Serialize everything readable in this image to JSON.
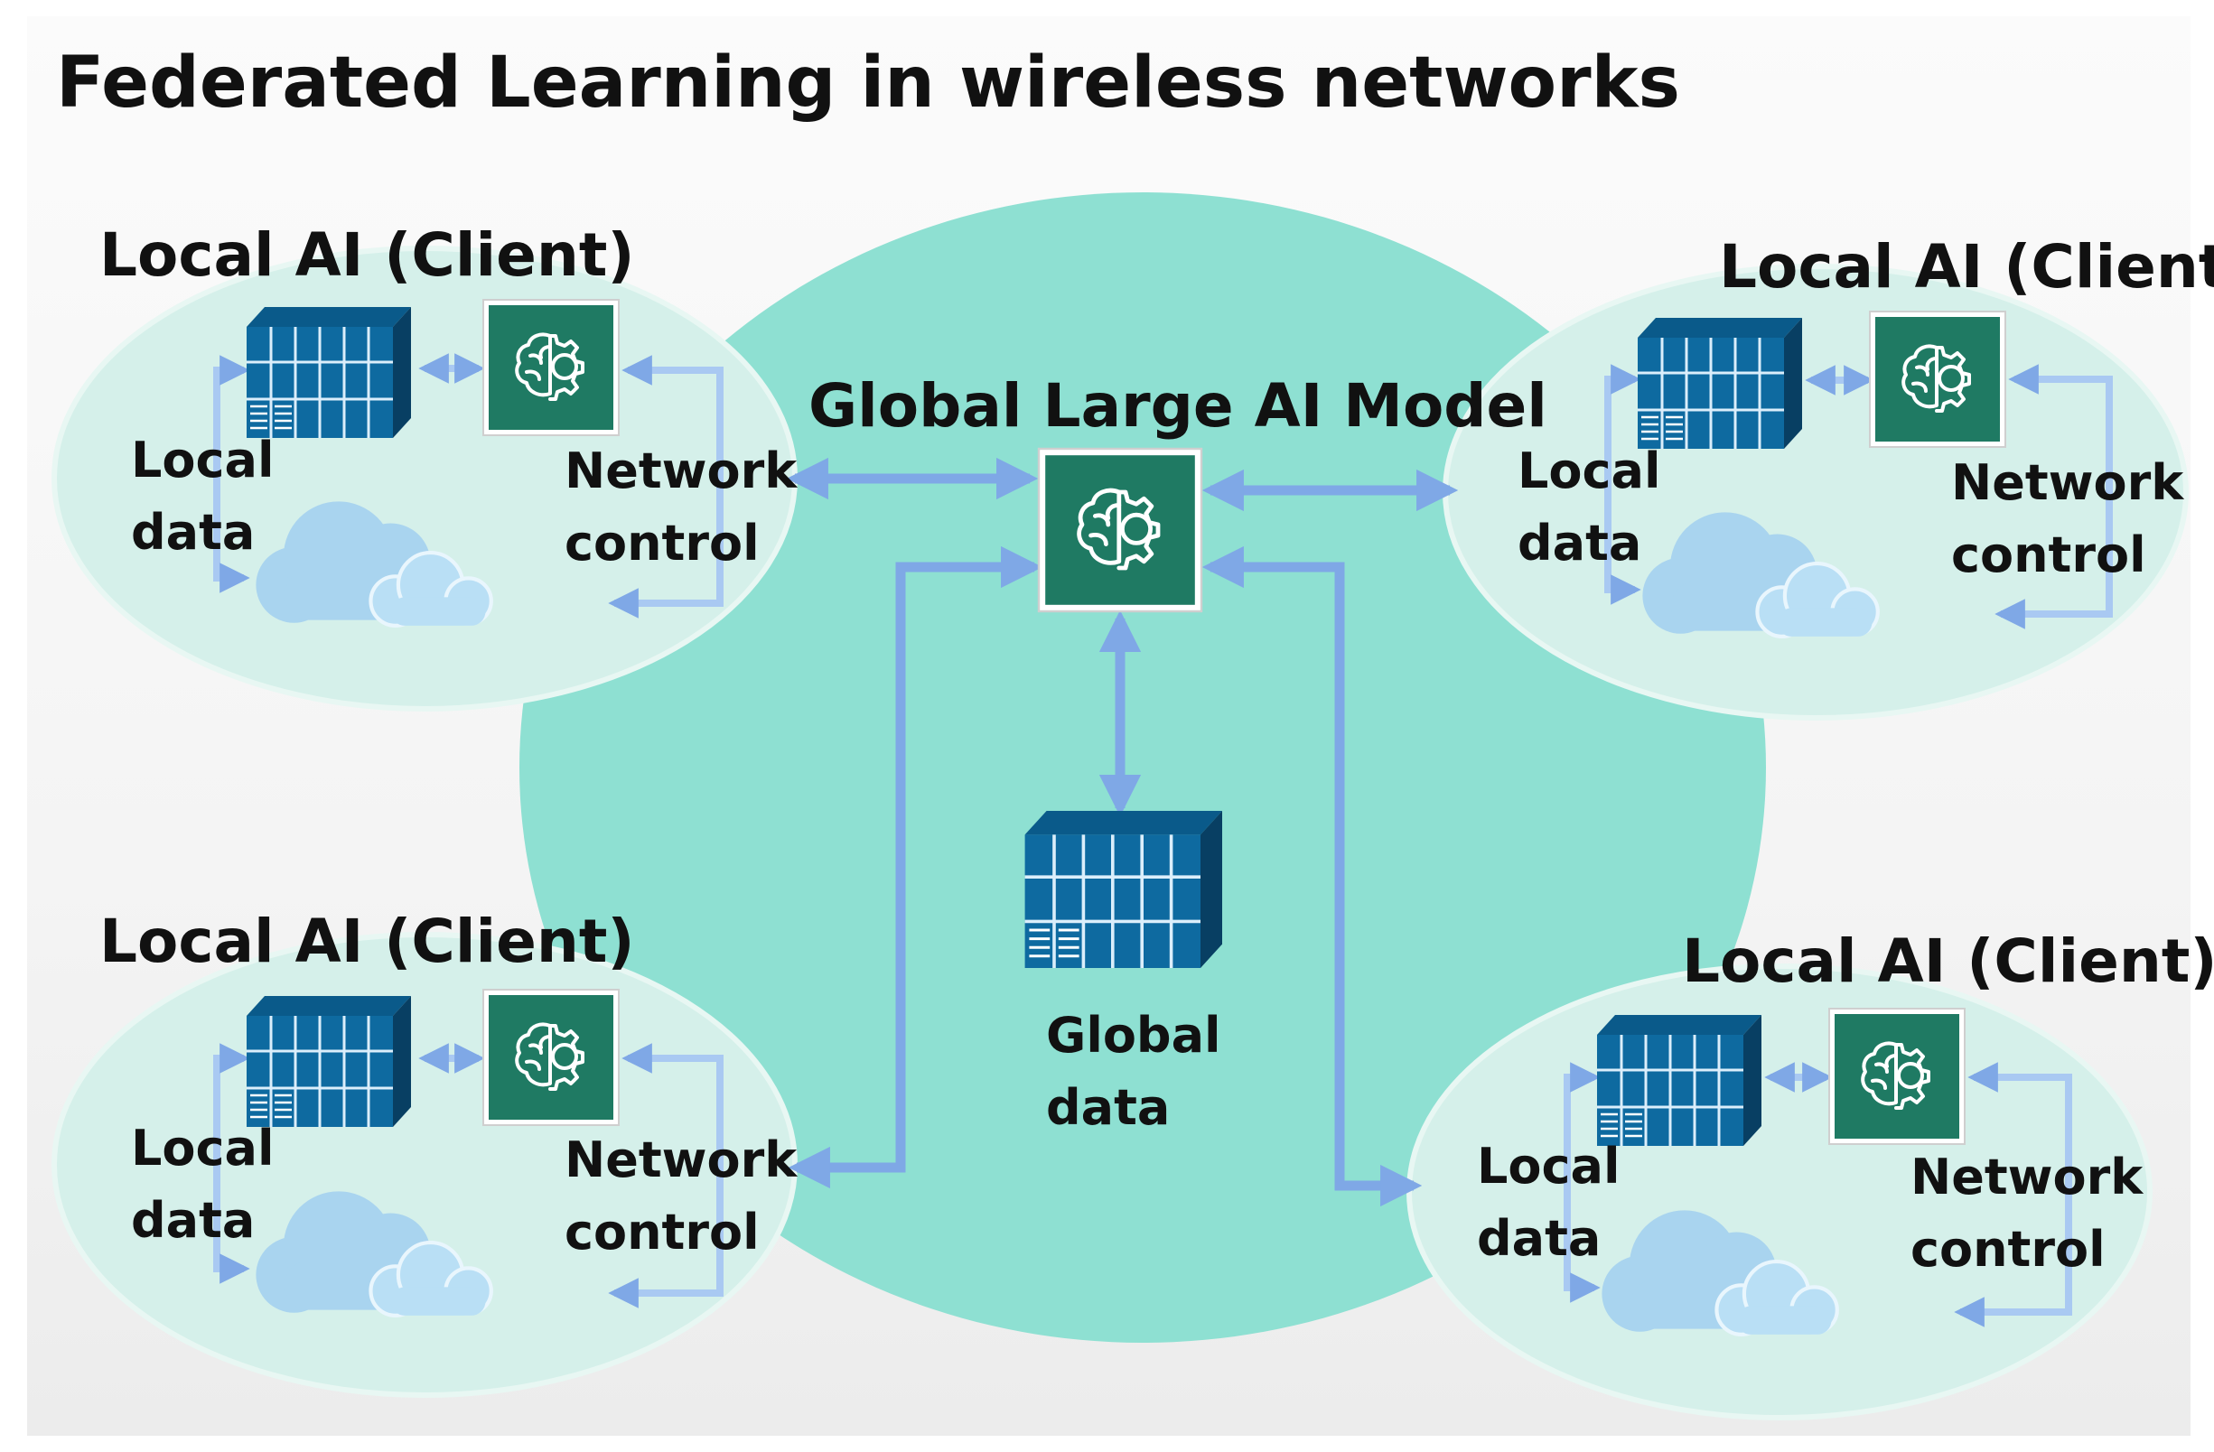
{
  "title": "Federated Learning in wireless networks",
  "global": {
    "model_label": "Global Large AI Model",
    "data_label_line1": "Global",
    "data_label_line2": "data"
  },
  "clients": [
    {
      "title": "Local AI (Client)",
      "local_data_line1": "Local",
      "local_data_line2": "data",
      "control_line1": "Network",
      "control_line2": "control"
    },
    {
      "title": "Local AI (Client)",
      "local_data_line1": "Local",
      "local_data_line2": "data",
      "control_line1": "Network",
      "control_line2": "control"
    },
    {
      "title": "Local AI (Client)",
      "local_data_line1": "Local",
      "local_data_line2": "data",
      "control_line1": "Network",
      "control_line2": "control"
    },
    {
      "title": "Local AI (Client)",
      "local_data_line1": "Local",
      "local_data_line2": "data",
      "control_line1": "Network",
      "control_line2": "control"
    }
  ],
  "colors": {
    "global_circle": "#8ee0d2",
    "client_ellipse": "#d5f0ea",
    "server_blue": "#0e6aa0",
    "ai_box_green": "#1f7a63",
    "arrow_blue": "#7fa8e6",
    "cloud_blue": "#a9d4ef"
  },
  "icons": {
    "server": "server-rack-icon",
    "ai": "brain-gear-icon",
    "cloud": "cloud-icon"
  }
}
